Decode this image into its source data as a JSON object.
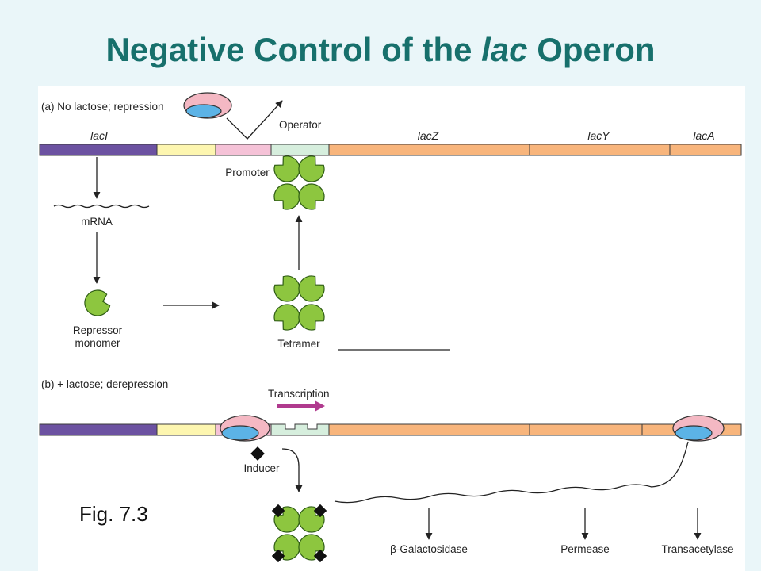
{
  "slide": {
    "background": "#eaf6f9",
    "title_color": "#17706c",
    "title_prefix": "Negative Control of the ",
    "title_italic": "lac",
    "title_suffix": " Operon",
    "figure_caption": "Fig. 7.3"
  },
  "colors": {
    "lacI": "#6c52a1",
    "spacer": "#fdf6b0",
    "promoter": "#f5c2d7",
    "operator": "#d6eedd",
    "structural_genes": "#f8b57c",
    "repressor": "#8dc63f",
    "inducer": "#111111",
    "rna_polymerase_outer": "#f4b8c3",
    "rna_polymerase_inner": "#5cb3e6",
    "transcription_arrow": "#b03a8e",
    "figure_panel": "#ffffff"
  },
  "panel_a": {
    "heading": "(a) No lactose; repression",
    "gene_labels": [
      "lacI",
      "lacZ",
      "lacY",
      "lacA"
    ],
    "operator_label": "Operator",
    "promoter_label": "Promoter",
    "mrna_label": "mRNA",
    "monomer_label_line1": "Repressor",
    "monomer_label_line2": "monomer",
    "tetramer_label": "Tetramer"
  },
  "panel_b": {
    "heading": "(b) + lactose; derepression",
    "transcription_label": "Transcription",
    "inducer_label": "Inducer",
    "products": [
      "β-Galactosidase",
      "Permease",
      "Transacetylase"
    ]
  }
}
